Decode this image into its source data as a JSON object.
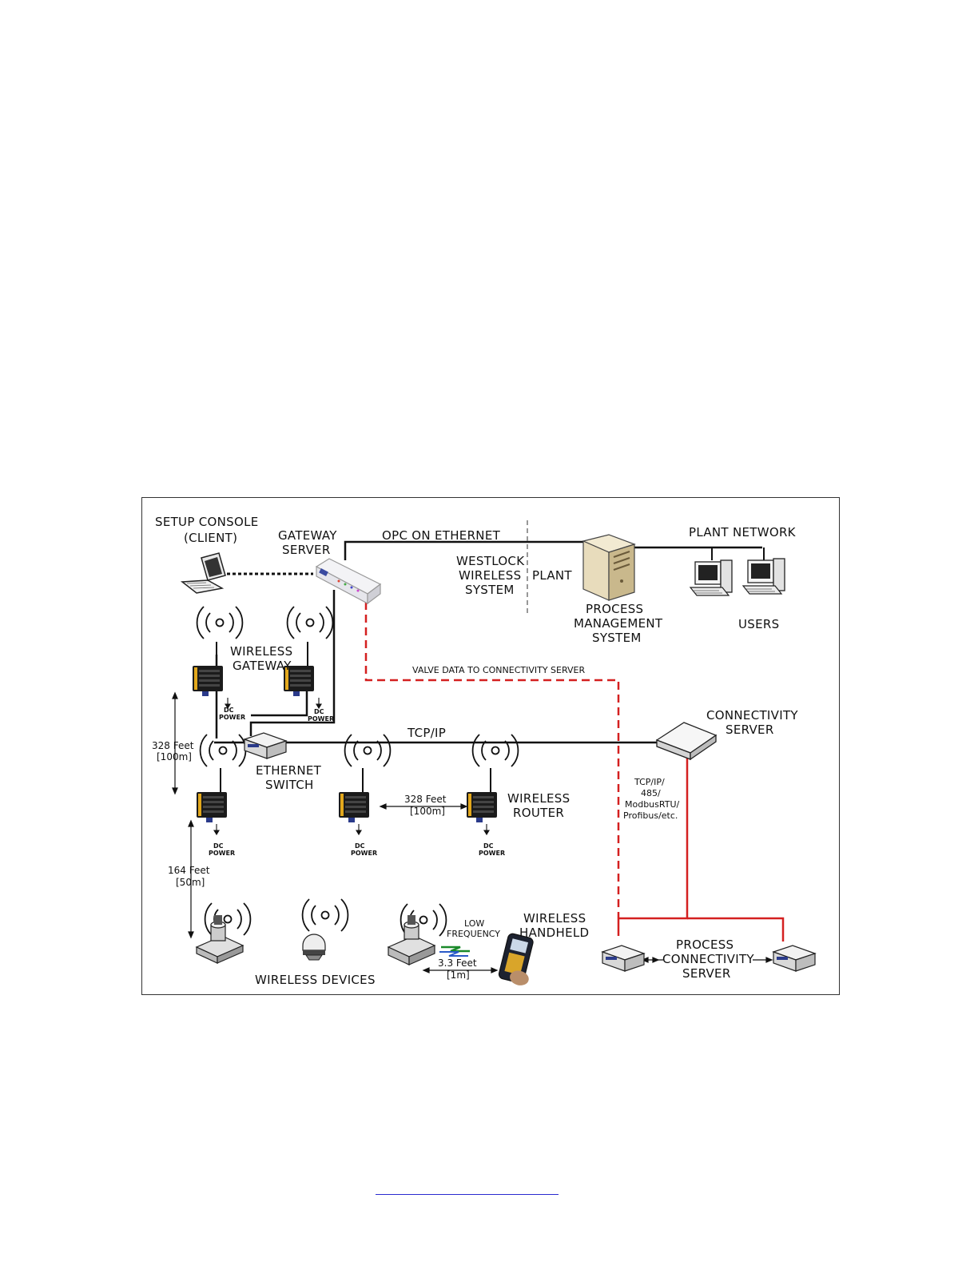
{
  "labels": {
    "setup_console": "SETUP CONSOLE",
    "client": "(CLIENT)",
    "gateway": "GATEWAY",
    "server": "SERVER",
    "opc_on_ethernet": "OPC ON ETHERNET",
    "westlock": "WESTLOCK",
    "wireless": "WIRELESS",
    "system": "SYSTEM",
    "plant": "PLANT",
    "plant_network": "PLANT NETWORK",
    "process": "PROCESS",
    "management": "MANAGEMENT",
    "users": "USERS",
    "wireless_gateway_1": "WIRELESS",
    "wireless_gateway_2": "GATEWAY",
    "dc": "DC",
    "power": "POWER",
    "valve_data": "VALVE DATA TO CONNECTIVITY SERVER",
    "connectivity": "CONNECTIVITY",
    "tcp_ip": "TCP/IP",
    "feet_328": "328 Feet",
    "m_100": "[100m]",
    "ethernet": "ETHERNET",
    "switch": "SWITCH",
    "wireless_router_1": "WIRELESS",
    "router": "ROUTER",
    "protocols": [
      "TCP/IP/",
      "485/",
      "ModbusRTU/",
      "Profibus/etc."
    ],
    "feet_164": "164 Feet",
    "m_50": "[50m]",
    "low": "LOW",
    "frequency": "FREQUENCY",
    "wireless_handheld_1": "WIRELESS",
    "handheld": "HANDHELD",
    "feet_3_3": "3.3 Feet",
    "m_1": "[1m]",
    "wireless_devices": "WIRELESS DEVICES",
    "process_conn_1": "PROCESS",
    "process_conn_2": "CONNECTIVITY",
    "process_conn_3": "SERVER"
  },
  "colors": {
    "line": "#111111",
    "red": "#d42020",
    "gateway_body": "#e6e6ec",
    "device_dark": "#1b1b1b",
    "device_accent": "#e3a81c",
    "server_tan": "#e8dcbc"
  },
  "icons": [
    "laptop-icon",
    "gateway-server-icon",
    "pms-server-icon",
    "user-pc-icon",
    "wireless-gateway-icon",
    "ethernet-switch-icon",
    "connectivity-server-icon",
    "wireless-router-icon",
    "valve-positioner-icon",
    "beacon-icon",
    "handheld-icon",
    "radio-wave-icon"
  ]
}
